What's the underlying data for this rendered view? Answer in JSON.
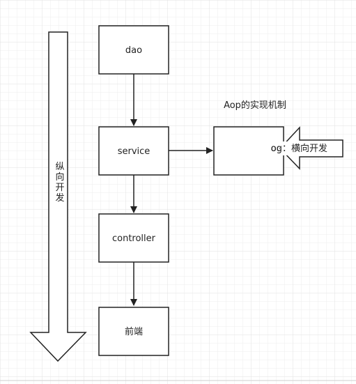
{
  "diagram": {
    "nodes": {
      "dao": "dao",
      "service": "service",
      "controller": "controller",
      "frontend": "前端",
      "aop_box": "og"
    },
    "aop_heading": "Aop的实现机制",
    "vertical_arrow_label": [
      "纵",
      "向",
      "开",
      "发"
    ],
    "horizontal_arrow_label": "：横向开发"
  },
  "colors": {
    "stroke": "#222222",
    "grid": "#e4e4e4",
    "background": "#ffffff",
    "fill": "#ffffff"
  }
}
